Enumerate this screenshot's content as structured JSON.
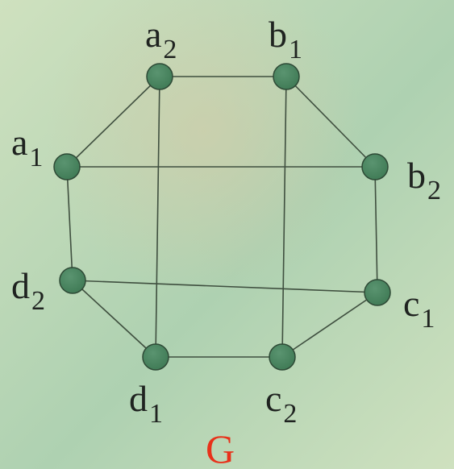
{
  "diagram": {
    "graph_name": "G",
    "colors": {
      "background_light": "#cfe1bf",
      "background_mid": "#aed1b1",
      "background_warm": "#d7caa6",
      "vertex_fill": "#3f7a55",
      "edge": "#3f4f3f",
      "graph_name": "#e8311a"
    },
    "nodes": [
      {
        "id": "a1",
        "base": "a",
        "sub": "1"
      },
      {
        "id": "a2",
        "base": "a",
        "sub": "2"
      },
      {
        "id": "b1",
        "base": "b",
        "sub": "1"
      },
      {
        "id": "b2",
        "base": "b",
        "sub": "2"
      },
      {
        "id": "c1",
        "base": "c",
        "sub": "1"
      },
      {
        "id": "c2",
        "base": "c",
        "sub": "2"
      },
      {
        "id": "d1",
        "base": "d",
        "sub": "1"
      },
      {
        "id": "d2",
        "base": "d",
        "sub": "2"
      }
    ],
    "edges": [
      [
        "a2",
        "b1"
      ],
      [
        "b1",
        "b2"
      ],
      [
        "b2",
        "c1"
      ],
      [
        "c1",
        "c2"
      ],
      [
        "c2",
        "d1"
      ],
      [
        "d1",
        "d2"
      ],
      [
        "d2",
        "a1"
      ],
      [
        "a1",
        "a2"
      ],
      [
        "a1",
        "b2"
      ],
      [
        "d2",
        "c1"
      ],
      [
        "a2",
        "d1"
      ],
      [
        "b1",
        "c2"
      ]
    ]
  }
}
